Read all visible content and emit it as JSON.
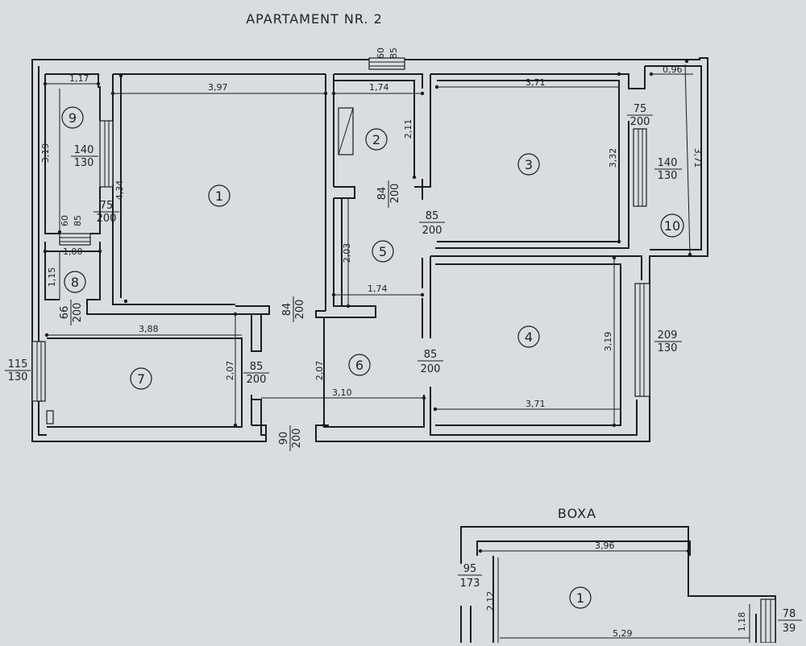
{
  "title": "APARTAMENT NR. 2",
  "boxa_title": "BOXA",
  "rooms": [
    "1",
    "2",
    "3",
    "4",
    "5",
    "6",
    "7",
    "8",
    "9",
    "10"
  ],
  "boxa_room": "1",
  "dims": {
    "d_117": "1,17",
    "d_397": "3,97",
    "d_174a": "1,74",
    "d_371a": "3,71",
    "d_096": "0,96",
    "d_319a": "3,19",
    "d_434": "4,34",
    "d_211": "2,11",
    "d_332": "3,32",
    "d_371v": "3,71",
    "d_100": "1,00",
    "d_115": "1,15",
    "d_203": "2,03",
    "d_174b": "1,74",
    "d_388": "3,88",
    "d_207a": "2,07",
    "d_207b": "2,07",
    "d_319b": "3,19",
    "d_310": "3,10",
    "d_371b": "3,71",
    "b_396": "3,96",
    "b_212": "2,12",
    "b_118": "1,18",
    "b_529": "5,29"
  },
  "openings": {
    "o_top_a": "60",
    "o_top_b": "85",
    "o_9_a": "140",
    "o_9_b": "130",
    "o_1d_a": "75",
    "o_1d_b": "200",
    "o_9d_a": "60",
    "o_9d_b": "85",
    "o_2d_a": "84",
    "o_2d_b": "200",
    "o_3d_a": "85",
    "o_3d_b": "200",
    "o_bal_a": "75",
    "o_bal_b": "200",
    "o_3w_a": "140",
    "o_3w_b": "130",
    "o_8d_a": "66",
    "o_8d_b": "200",
    "o_6d_a": "84",
    "o_6d_b": "200",
    "o_7w_a": "115",
    "o_7w_b": "130",
    "o_7d_a": "85",
    "o_7d_b": "200",
    "o_4d_a": "85",
    "o_4d_b": "200",
    "o_4w_a": "209",
    "o_4w_b": "130",
    "o_ent_a": "90",
    "o_ent_b": "200",
    "o_bx_a": "95",
    "o_bx_b": "173",
    "o_bxw_a": "78",
    "o_bxw_b": "39"
  }
}
